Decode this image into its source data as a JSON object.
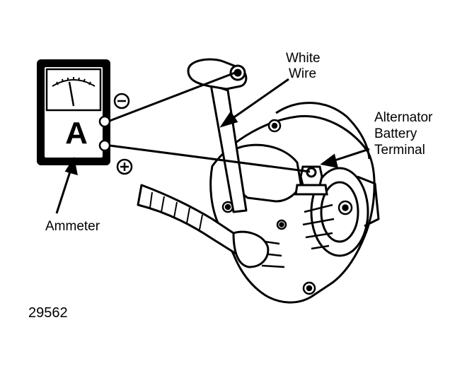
{
  "labels": {
    "white_wire_line1": "White",
    "white_wire_line2": "Wire",
    "terminal_line1": "Alternator",
    "terminal_line2": "Battery",
    "terminal_line3": "Terminal",
    "ammeter": "Ammeter",
    "figure_number": "29562"
  },
  "meter": {
    "letter": "A",
    "negative_symbol": "minus-in-circle",
    "positive_symbol": "plus-in-circle"
  }
}
